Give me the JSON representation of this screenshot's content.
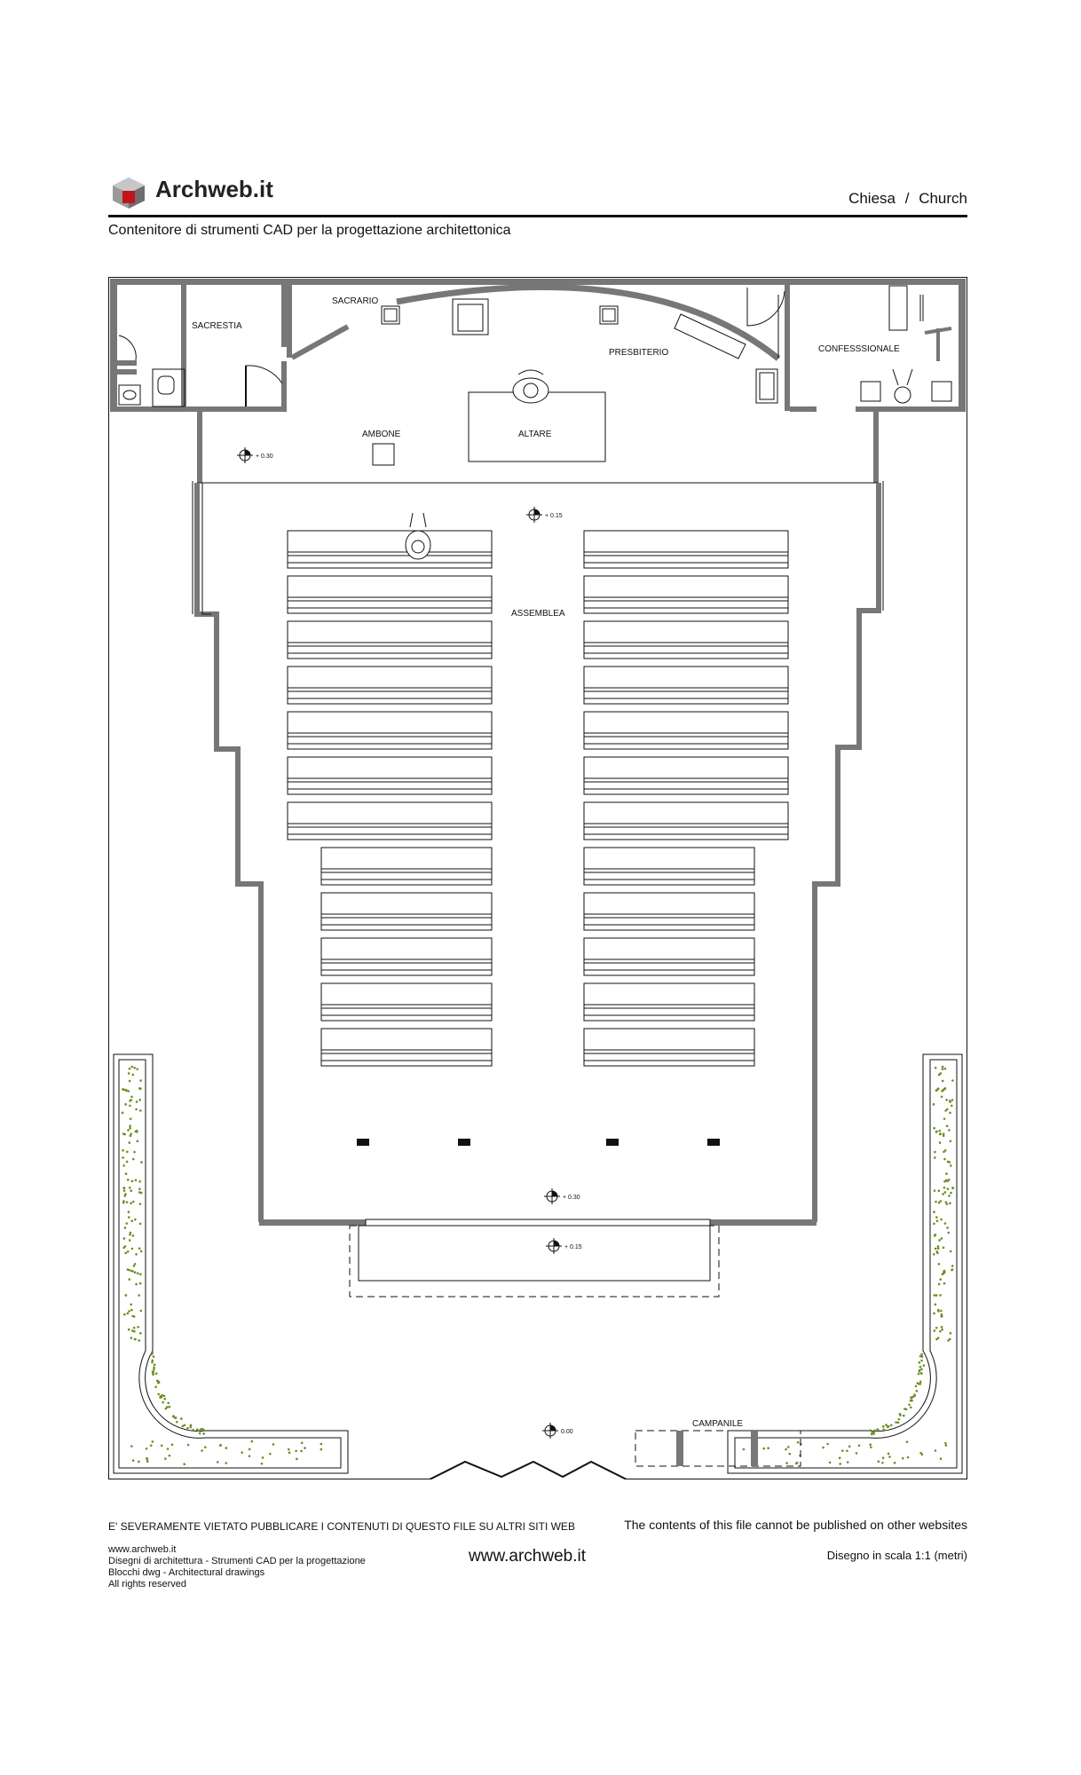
{
  "header": {
    "logo_name": "Archweb.it",
    "title_it": "Chiesa",
    "title_sep": "/",
    "title_en": "Church",
    "subtitle": "Contenitore di strumenti CAD per la progettazione architettonica"
  },
  "rooms": {
    "sacrestia": "SACRESTIA",
    "sacrario": "SACRARIO",
    "presbiterio": "PRESBITERIO",
    "confessionale": "CONFESSSIONALE",
    "ambone": "AMBONE",
    "altare": "ALTARE",
    "assemblea": "ASSEMBLEA",
    "campanile": "CAMPANILE"
  },
  "levels": {
    "l1": "+ 0.30",
    "l2": "+ 0.15",
    "l3": "+ 0.30",
    "l4": "+ 0.15",
    "l5": "0.00"
  },
  "footer": {
    "warning_it": "E' SEVERAMENTE VIETATO PUBBLICARE I CONTENUTI DI QUESTO FILE SU ALTRI SITI WEB",
    "warning_en": "The contents of this file cannot be published on other websites",
    "line1": "www.archweb.it",
    "line2": "Disegni di architettura - Strumenti CAD  per la progettazione",
    "line3": "Blocchi dwg - Architectural drawings",
    "line4": "All rights reserved",
    "url": "www.archweb.it",
    "scale": "Disegno in scala 1:1 (metri)"
  },
  "colors": {
    "wall": "#777777",
    "line": "#111111",
    "plant": "#6b8e23"
  }
}
